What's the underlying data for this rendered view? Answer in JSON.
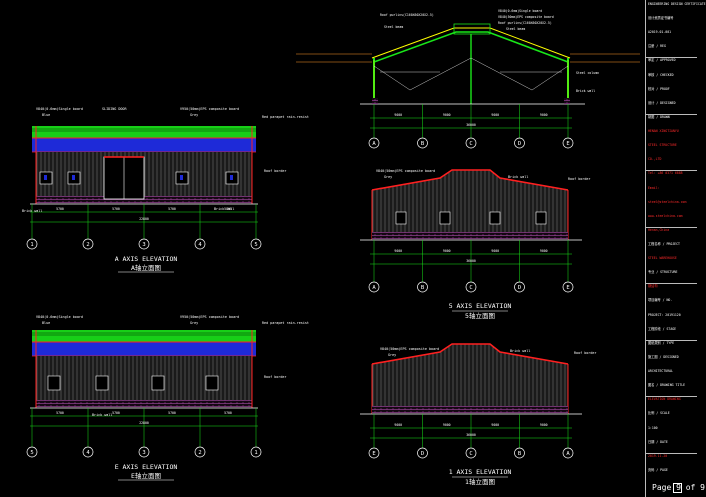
{
  "drawing": {
    "colors": {
      "white": "#ffffff",
      "red": "#ff2020",
      "green": "#19e619",
      "blue": "#1e2ad8",
      "yellow": "#ffff00",
      "magenta": "#ff40ff",
      "gray": "#8a8a8a",
      "cyan": "#40d0ff"
    },
    "elevation_a": {
      "title": "A AXIS ELEVATION",
      "subtitle": "A轴立面图",
      "labels": [
        "V840(0.6mm)Single board",
        "Blue",
        "SLIDING DOOR",
        "V950(50mm)EPS composite board",
        "Grey",
        "Red parapet rain-resist",
        "Roof border",
        "Brick wall",
        "Brick wall"
      ],
      "axes": [
        "1",
        "2",
        "3",
        "4",
        "5"
      ],
      "dims": [
        "5700",
        "5700",
        "5700",
        "5700",
        "22800"
      ]
    },
    "elevation_e": {
      "title": "E AXIS ELEVATION",
      "subtitle": "E轴立面图",
      "labels": [
        "V840(0.6mm)Single board",
        "Blue",
        "V950(50mm)EPS composite board",
        "Grey",
        "Red parapet rain-resist",
        "Roof border",
        "Brick wall"
      ],
      "axes": [
        "5",
        "4",
        "3",
        "2",
        "1"
      ],
      "dims": [
        "5700",
        "5700",
        "5700",
        "5700",
        "22800"
      ]
    },
    "section": {
      "labels": [
        "Roof purlins(C160X60X20X2.5)",
        "Steel beam",
        "V840(0.6mm)Single board",
        "V840(50mm)EPS composite board",
        "Roof purlins(C160X60X20X2.5)",
        "Steel beam",
        "Steel column",
        "Brick wall"
      ],
      "axes": [
        "A",
        "B",
        "C",
        "D",
        "E"
      ],
      "dims": [
        "9000",
        "9000",
        "9000",
        "9000",
        "36000"
      ]
    },
    "elevation_5": {
      "title": "5 AXIS ELEVATION",
      "subtitle": "5轴立面图",
      "labels": [
        "V840(50mm)EPS composite board",
        "Grey",
        "Brick wall",
        "Roof border"
      ],
      "axes": [
        "A",
        "B",
        "C",
        "D",
        "E"
      ],
      "dims": [
        "9000",
        "9000",
        "9000",
        "9000",
        "36000"
      ]
    },
    "elevation_1": {
      "title": "1 AXIS ELEVATION",
      "subtitle": "1轴立面图",
      "labels": [
        "V840(50mm)EPS composite board",
        "Grey",
        "Brick wall",
        "Roof border"
      ],
      "axes": [
        "E",
        "D",
        "C",
        "B",
        "A"
      ],
      "dims": [
        "9000",
        "9000",
        "9000",
        "9000",
        "36000"
      ]
    }
  },
  "panel": {
    "lines": [
      {
        "text": "ENGINEERING DESIGN CERTIFICATE",
        "red": false
      },
      {
        "text": "设计资质证书编号",
        "red": false
      },
      {
        "text": "A2019-01-001",
        "red": false
      },
      {
        "text": "注册 / REG",
        "red": false
      },
      {
        "text": "审定 / APPROVED",
        "red": false
      },
      {
        "text": "审核 / CHECKED",
        "red": false
      },
      {
        "text": "校对 / PROOF",
        "red": false
      },
      {
        "text": "设计 / DESIGNED",
        "red": false
      },
      {
        "text": "制图 / DRAWN",
        "red": false
      },
      {
        "text": "HENAN XINGTIANYU",
        "red": true
      },
      {
        "text": "STEEL STRUCTURE",
        "red": true
      },
      {
        "text": "CO.,LTD",
        "red": true
      },
      {
        "text": "Tel: +86 0371 6888",
        "red": true
      },
      {
        "text": "Email:",
        "red": true
      },
      {
        "text": "steel@steelchina.com",
        "red": true
      },
      {
        "text": "www.steelchina.com",
        "red": true
      },
      {
        "text": "Henan,China",
        "red": true
      },
      {
        "text": "工程名称 / PROJECT",
        "red": false
      },
      {
        "text": "STEEL WAREHOUSE",
        "red": true
      },
      {
        "text": "专业 / STRUCTURE",
        "red": false
      },
      {
        "text": "钢结构",
        "red": true
      },
      {
        "text": "项目编号 / NO.",
        "red": false
      },
      {
        "text": "PROJECT: 20191120",
        "red": false
      },
      {
        "text": "工程阶段 / STAGE",
        "red": false
      },
      {
        "text": "图纸类别 / TYPE",
        "red": false
      },
      {
        "text": "施工图 / DESIGNED",
        "red": false
      },
      {
        "text": "ARCHITECTURAL",
        "red": false
      },
      {
        "text": "图名 / DRAWING TITLE",
        "red": false
      },
      {
        "text": "ELEVATION DRAWING",
        "red": true
      },
      {
        "text": "比例 / SCALE",
        "red": false
      },
      {
        "text": "1:100",
        "red": false
      },
      {
        "text": "日期 / DATE",
        "red": false
      },
      {
        "text": "2019.11.20",
        "red": true
      },
      {
        "text": "页码 / PAGE",
        "red": false
      }
    ],
    "page_label": "Page 9 of 9",
    "page_icon": "checkbox-square-icon"
  }
}
